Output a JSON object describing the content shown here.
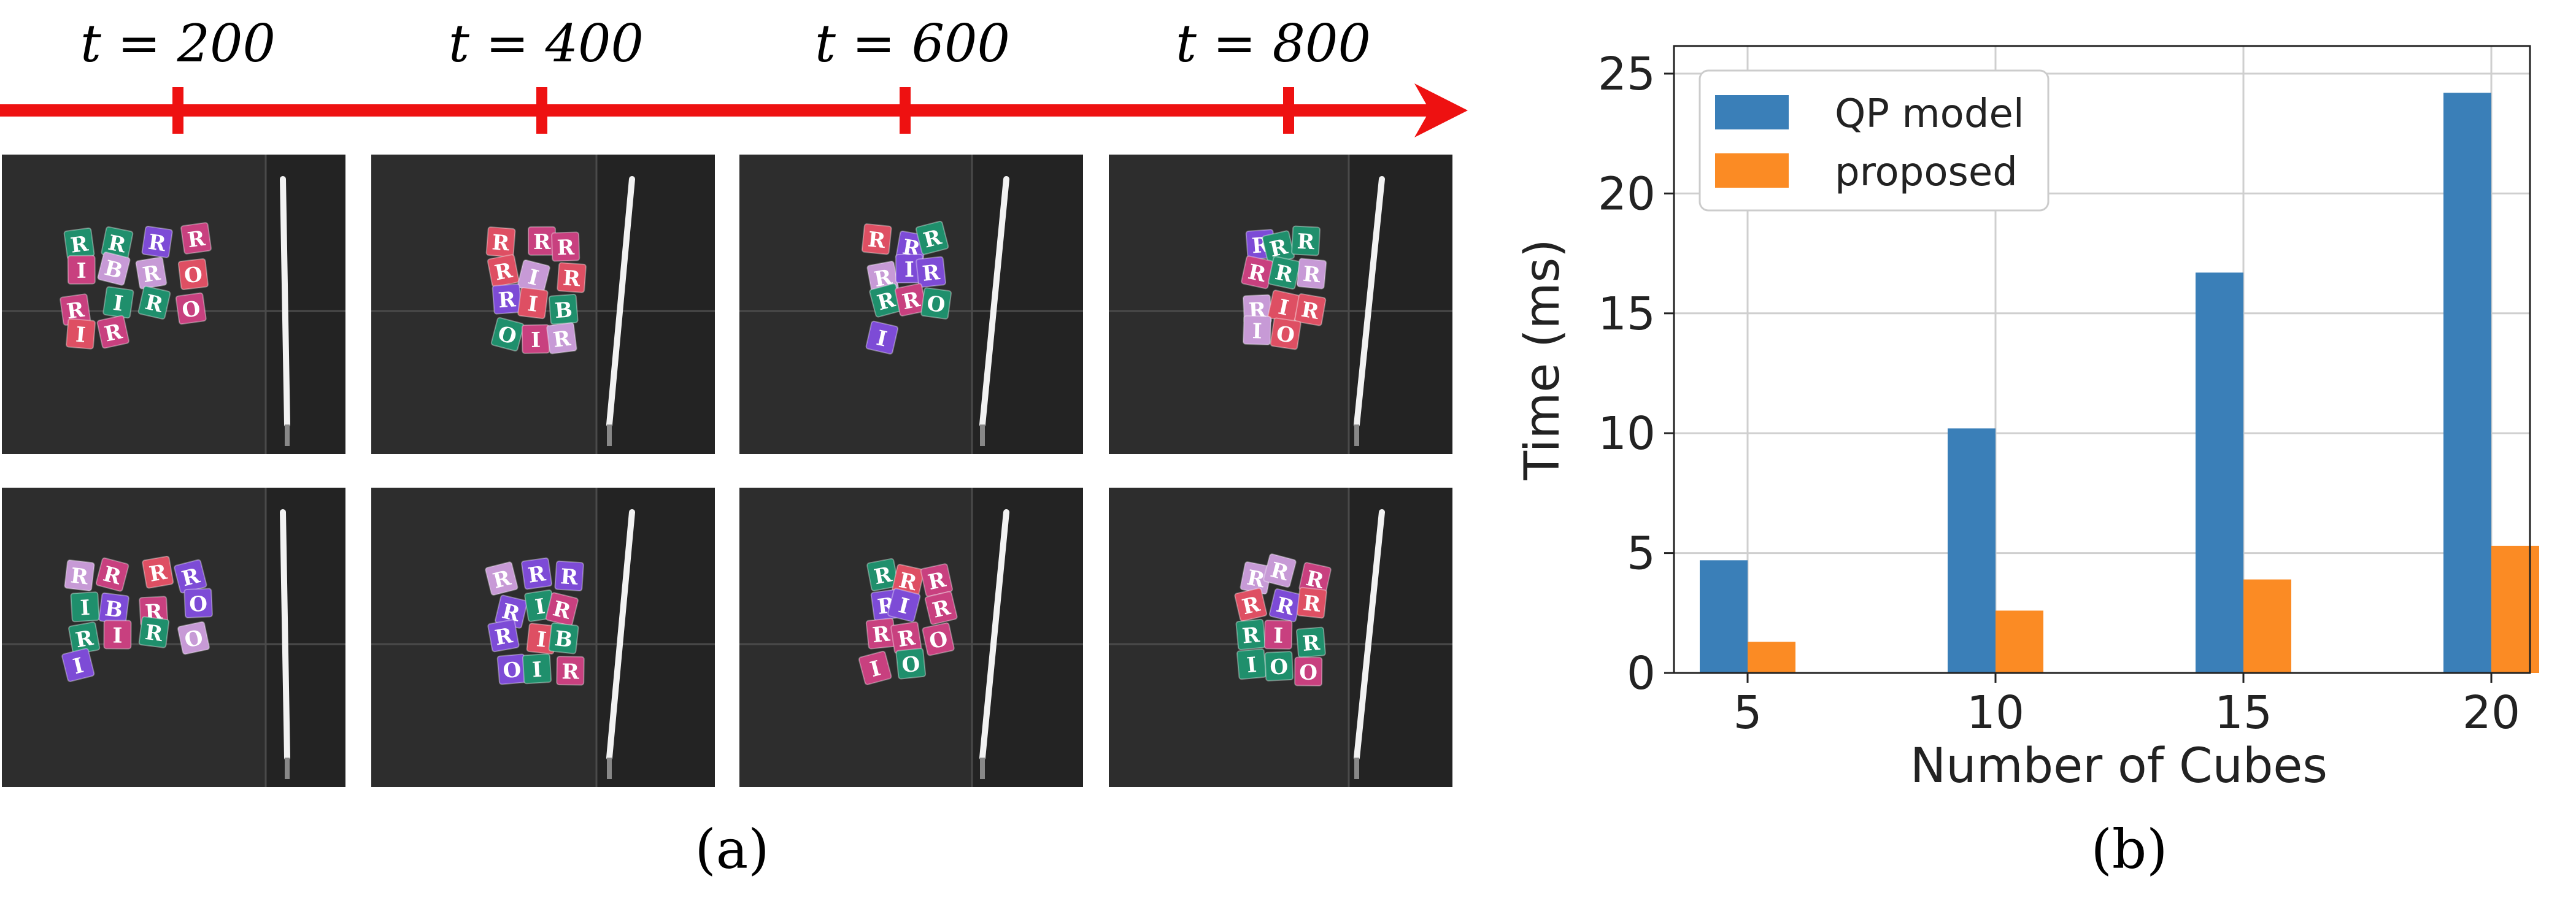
{
  "timeline": {
    "labels": [
      "t = 200",
      "t = 400",
      "t = 600",
      "t = 800"
    ],
    "color": "#ee1111"
  },
  "panel_a": {
    "caption": "(a)",
    "cube_letters": [
      "R",
      "I",
      "B",
      "O"
    ],
    "cube_colors": [
      "#1f8f6c",
      "#7d4bd6",
      "#c8407f",
      "#de4f63",
      "#c79ad6"
    ],
    "scene_background": "#2d2d2d",
    "rows": [
      [
        {
          "letters": "RRRRIBRORIROIR",
          "spread": 1.0
        },
        {
          "letters": "RRRRIRRIBOIR",
          "spread": 0.6
        },
        {
          "letters": "RRRRIRRROI",
          "spread": 0.45
        },
        {
          "letters": "RRRRRRRIRIO",
          "spread": 0.4
        }
      ],
      [
        {
          "letters": "RRRRIBRORIROI",
          "spread": 1.0
        },
        {
          "letters": "RRRRIRRIBOIR",
          "spread": 0.6
        },
        {
          "letters": "RRRRIRRROIO",
          "spread": 0.5
        },
        {
          "letters": "RRRRRRRIRIOO",
          "spread": 0.45
        }
      ]
    ]
  },
  "panel_b": {
    "caption": "(b)",
    "colors": {
      "qp": "#3a7fb8",
      "proposed": "#fb8b24",
      "grid": "#cfcfcf"
    }
  },
  "chart_data": {
    "type": "bar",
    "categories": [
      "5",
      "10",
      "15",
      "20"
    ],
    "series": [
      {
        "name": "QP model",
        "values": [
          4.7,
          10.2,
          16.7,
          24.2
        ]
      },
      {
        "name": "proposed",
        "values": [
          1.3,
          2.6,
          3.9,
          5.3
        ]
      }
    ],
    "xlabel": "Number of Cubes",
    "ylabel": "Time (ms)",
    "ylim": [
      0,
      25
    ],
    "yticks": [
      "0",
      "5",
      "10",
      "15",
      "20",
      "25"
    ],
    "grid": true,
    "legend_position": "top-left"
  }
}
